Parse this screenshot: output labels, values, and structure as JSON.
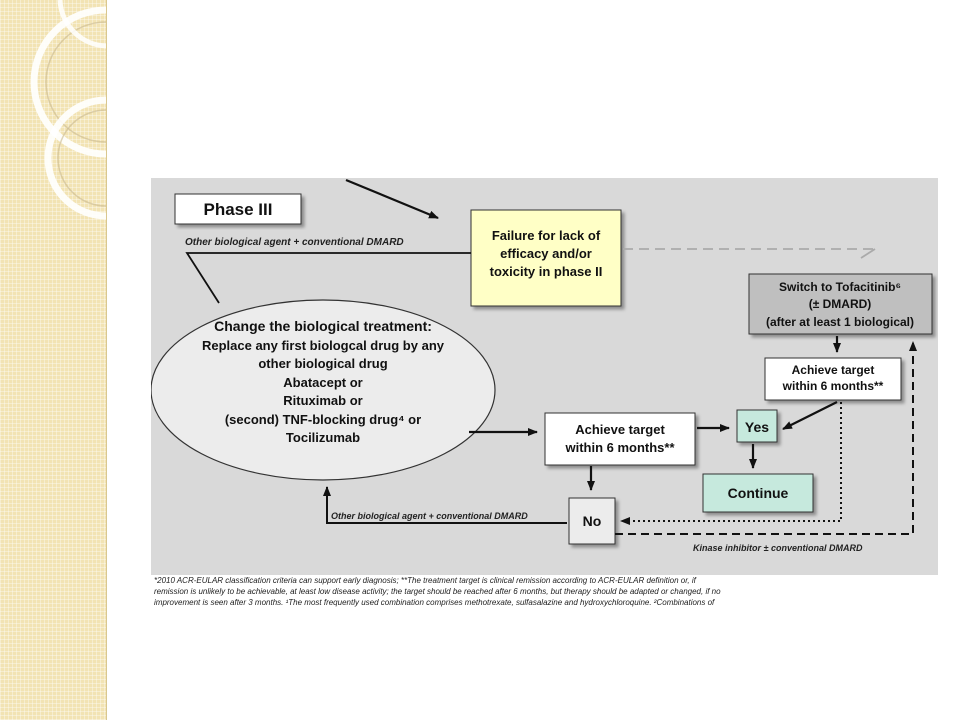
{
  "colors": {
    "sidebar": "#f2e3b3",
    "panel": "#d9d9d9",
    "yellow_box": "#ffffc6",
    "green_box": "#c6e9dd",
    "ellipse": "#ececec",
    "dark_gray_box": "#bfbfbf"
  },
  "diagram": {
    "phase_label": "Phase III",
    "top_edge_label": "Other biological agent + conventional DMARD",
    "failure_box": [
      "Failure for lack of",
      "efficacy and/or",
      "toxicity in phase II"
    ],
    "ellipse": {
      "title": "Change the biological treatment:",
      "lines": [
        "Replace any first biologcal drug by any",
        "other biological drug",
        "Abatacept or",
        "Rituximab or",
        "(second) TNF-blocking drug⁴ or",
        "Tocilizumab"
      ]
    },
    "switch_box": [
      "Switch to Tofacitinib⁶",
      "(± DMARD)",
      "(after at least 1 biological)"
    ],
    "target_box_right": [
      "Achieve target",
      "within 6 months**"
    ],
    "target_box_center": [
      "Achieve target",
      "within 6 months**"
    ],
    "yes": "Yes",
    "no": "No",
    "continue": "Continue",
    "bottom_edge_label": "Other biological agent + conventional DMARD",
    "kinase_label": "Kinase inhibitor ± conventional DMARD"
  },
  "footnote": {
    "lines": [
      "*2010 ACR-EULAR classification criteria can support early diagnosis; **The treatment target is clinical remission according to ACR-EULAR definition or, if",
      "remission is unlikely to be achievable, at least low disease activity; the target should be reached after 6 months, but therapy should be adapted or changed, if no",
      "improvement is seen after 3 months. ¹The most frequently used combination comprises methotrexate, sulfasalazine and hydroxychloroquine. ²Combinations of"
    ]
  }
}
